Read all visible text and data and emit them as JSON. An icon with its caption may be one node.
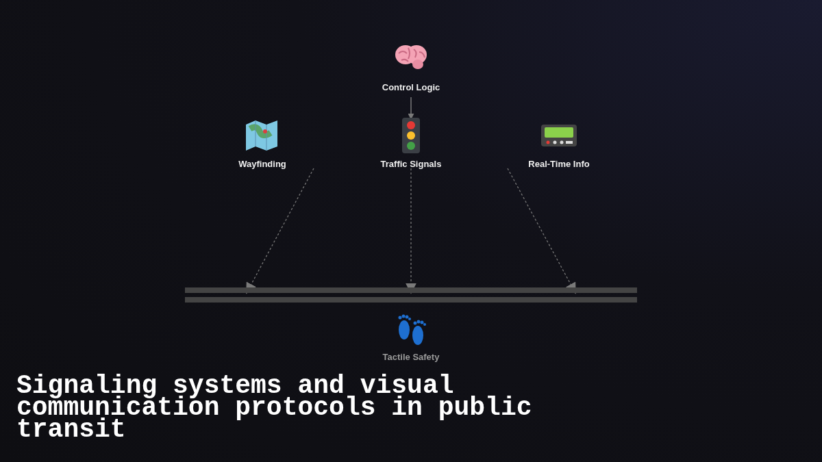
{
  "diagram": {
    "title": "Signaling systems and visual communication protocols in public transit",
    "nodes": [
      {
        "text": [
          "Control Logic"
        ]
      },
      {
        "text": [
          "Wayfinding"
        ]
      },
      {
        "text": [
          "Traffic Signals"
        ]
      },
      {
        "text": [
          "Real-Time Info"
        ]
      },
      {
        "text": [],
        "shape": "bar"
      },
      {
        "text": [
          "Tactile Safety"
        ]
      }
    ],
    "edges": [
      {
        "from": 0,
        "to": 2,
        "arrow": "to"
      },
      {
        "from": 1,
        "to": 4,
        "arrow": "to",
        "style": "dashed"
      },
      {
        "from": 2,
        "to": 4,
        "arrow": "to",
        "style": "dashed"
      },
      {
        "from": 3,
        "to": 4,
        "arrow": "to",
        "style": "dashed"
      }
    ]
  }
}
